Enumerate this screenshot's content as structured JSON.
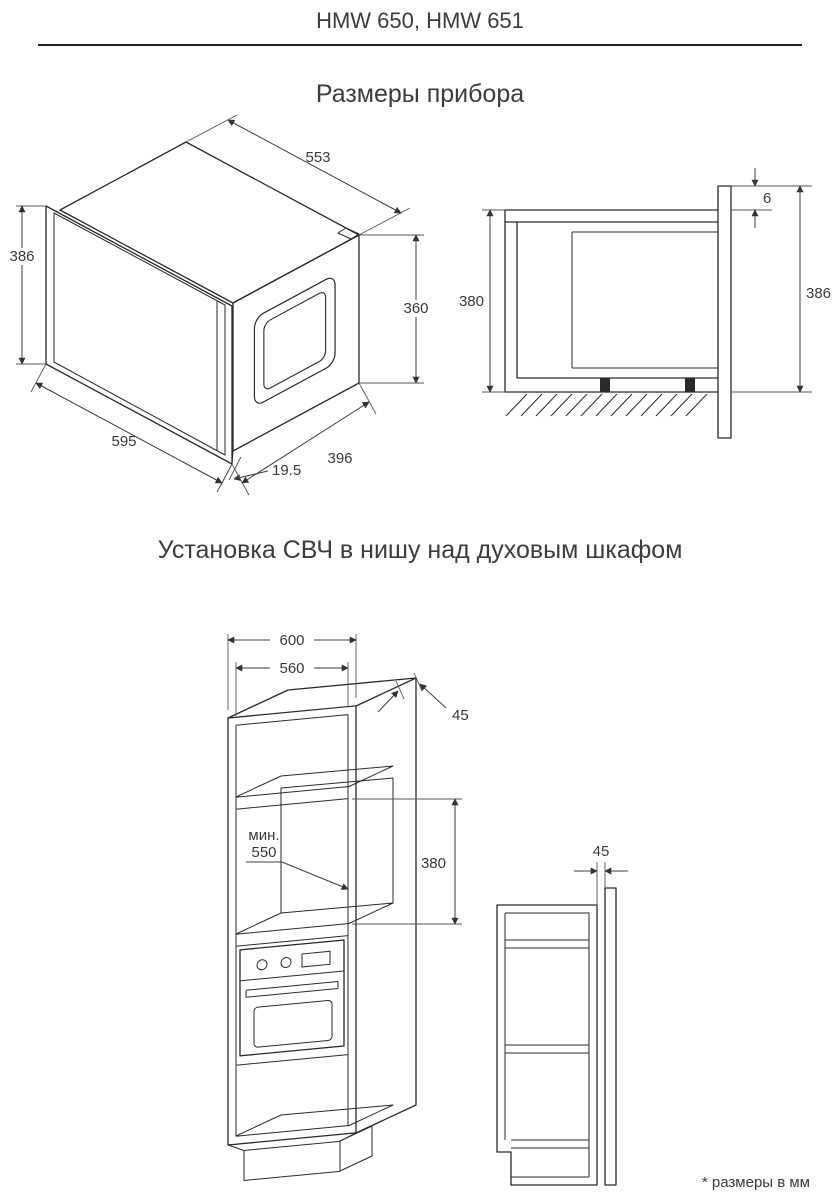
{
  "page": {
    "title": "HMW 650, HMW 651",
    "footnote": "* размеры в мм"
  },
  "dimensions_section": {
    "title": "Размеры прибора",
    "iso": {
      "body_width": "553",
      "front_height": "386",
      "body_height": "360",
      "front_width": "595",
      "frame_depth": "19.5",
      "body_depth": "396"
    },
    "side": {
      "top_overlap": "6",
      "niche_height": "380",
      "front_height": "386"
    }
  },
  "installation_section": {
    "title": "Установка СВЧ в нишу над духовым шкафом",
    "cabinet": {
      "outer_width": "600",
      "inner_width": "560",
      "rear_clearance": "45",
      "min_label": "мин.",
      "min_depth": "550",
      "niche_height": "380"
    },
    "side": {
      "wall_gap": "45"
    }
  }
}
